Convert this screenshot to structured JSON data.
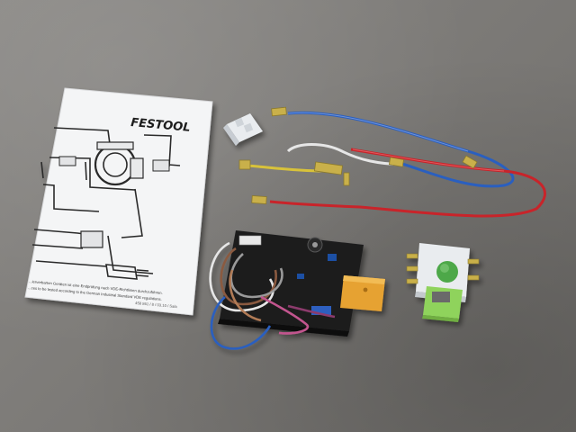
{
  "photo": {
    "subject": "Festool replacement electronic module kit with wiring diagram",
    "sheet": {
      "brand": "FESTOOL",
      "footer_lines": [
        "...ierverbarten Geräten ist eine Endprüfung nach VDE-Richtlinien durchzuführen.",
        "...ces to be tested according to the German Industrial Standard VDE regulations.",
        "458 861 / 8 / 03.10 / Sala"
      ]
    },
    "colors": {
      "floor": "#7e7c79",
      "paper": "#f4f5f6",
      "module_body": "#1c1c1e",
      "heatsink": "#e6a233",
      "switch_button": "#4ea84a",
      "switch_base": "#8fd35c",
      "wire_blue": "#2a5fbf",
      "wire_red": "#c8242a",
      "wire_brown": "#8a5a40",
      "wire_white": "#e6e6e6",
      "wire_yellow": "#d8c23a"
    }
  }
}
